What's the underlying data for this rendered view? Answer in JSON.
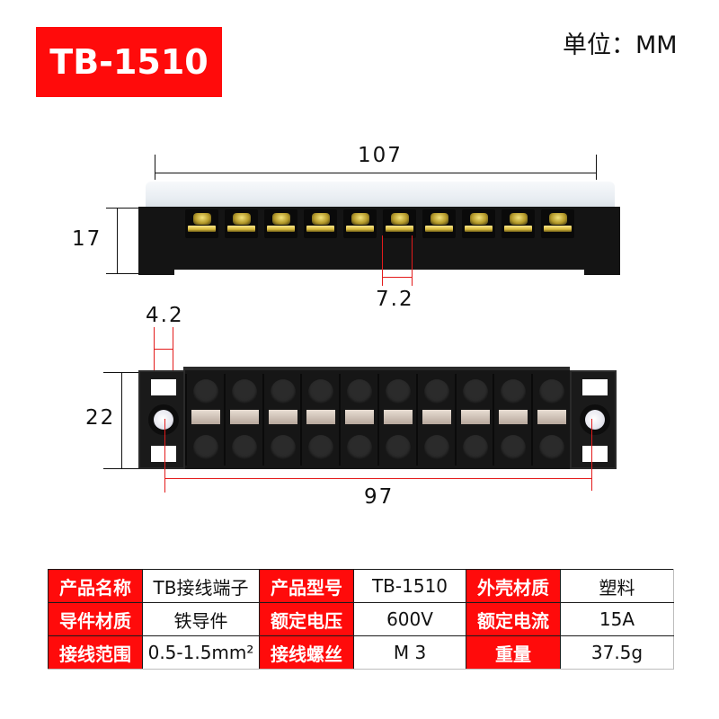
{
  "header": {
    "model": "TB-1510",
    "unit_label": "单位：MM"
  },
  "colors": {
    "accent_red": "#ff0b0b",
    "dimension_red": "#e31b1b",
    "body_black": "#141414"
  },
  "side_view": {
    "terminal_count": 10,
    "dimensions": {
      "total_length": "107",
      "height": "17",
      "terminal_pitch": "7.2"
    }
  },
  "top_view": {
    "terminal_count": 10,
    "dimensions": {
      "mount_hole": "4.2",
      "width": "22",
      "hole_spacing": "97"
    }
  },
  "specs": {
    "rows": [
      [
        {
          "label": "产品名称",
          "value": "TB接线端子"
        },
        {
          "label": "产品型号",
          "value": "TB-1510"
        },
        {
          "label": "外壳材质",
          "value": "塑料"
        }
      ],
      [
        {
          "label": "导件材质",
          "value": "铁导件"
        },
        {
          "label": "额定电压",
          "value": "600V"
        },
        {
          "label": "额定电流",
          "value": "15A"
        }
      ],
      [
        {
          "label": "接线范围",
          "value": "0.5-1.5mm²"
        },
        {
          "label": "接线螺丝",
          "value": "M 3"
        },
        {
          "label": "重量",
          "value": "37.5g"
        }
      ]
    ]
  }
}
